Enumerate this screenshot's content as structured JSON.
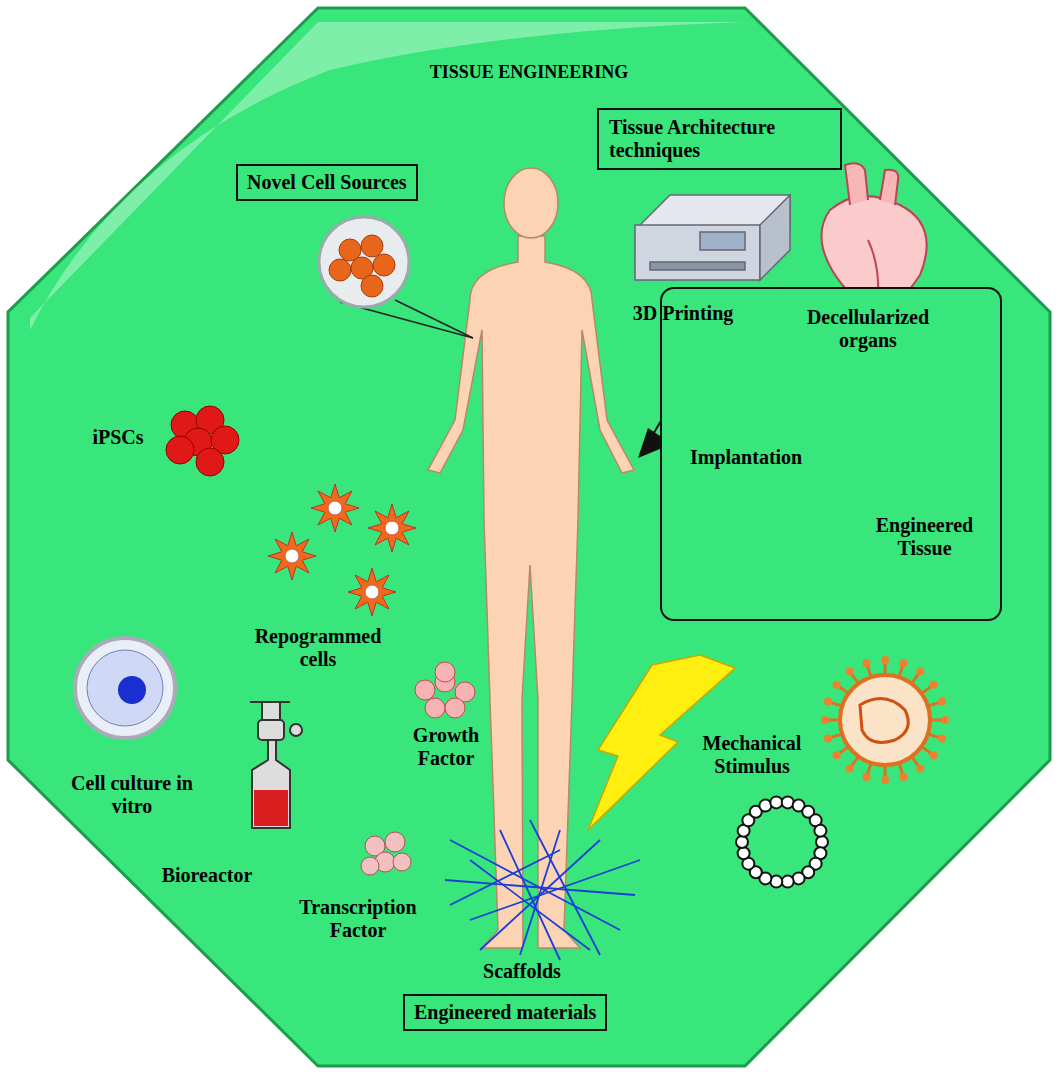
{
  "diagram": {
    "title": "TISSUE ENGINEERING",
    "nodes": [
      {
        "text": [
          "Novel Cell Sources"
        ]
      },
      {
        "text": [
          "Tissue Architecture techniques"
        ]
      },
      {
        "text": [
          "Implantation",
          "Engineered Tissue"
        ]
      },
      {
        "text": [
          "Engineered materials"
        ]
      }
    ],
    "labels": [
      "3D Printing",
      "Decellularized organs",
      "iPSCs",
      "Repogrammed cells",
      "Cell culture in vitro",
      "Growth Factor",
      "Bioreactor",
      "Mechanical Stimulus",
      "Transcription Factor",
      "Scaffolds"
    ]
  }
}
